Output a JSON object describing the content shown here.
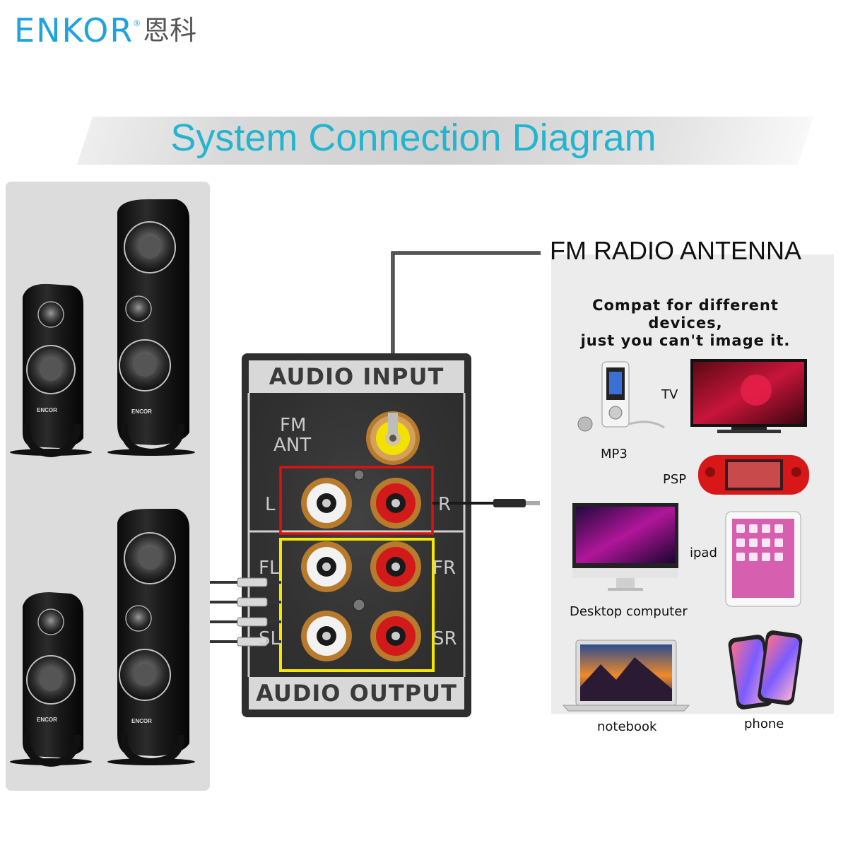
{
  "brand": {
    "name": "ENKOR",
    "registered": "®",
    "chinese": "恩科"
  },
  "title": "System Connection Diagram",
  "antenna_label": "FM RADIO ANTENNA",
  "compat_text": {
    "line1": "Compat for different devices,",
    "line2": "just you can't image it."
  },
  "audio_panel": {
    "input_title": "AUDIO INPUT",
    "output_title": "AUDIO OUTPUT",
    "fm_label_1": "FM",
    "fm_label_2": "ANT",
    "input_left": "L",
    "input_right": "R",
    "output_fl": "FL",
    "output_fr": "FR",
    "output_sl": "SL",
    "output_sr": "SR"
  },
  "speaker_brand": "ENCOR",
  "devices": {
    "mp3": "MP3",
    "tv": "TV",
    "psp": "PSP",
    "ipad": "ipad",
    "desktop": "Desktop computer",
    "notebook": "notebook",
    "phone": "phone"
  },
  "colors": {
    "brand_blue": "#1fa3e0",
    "title_cyan": "#23b5d0",
    "input_box": "#e01010",
    "output_box": "#f5e800",
    "rca_red": "#d21a1a",
    "rca_white": "#f2f2f2",
    "rca_yellow": "#f3e200"
  }
}
